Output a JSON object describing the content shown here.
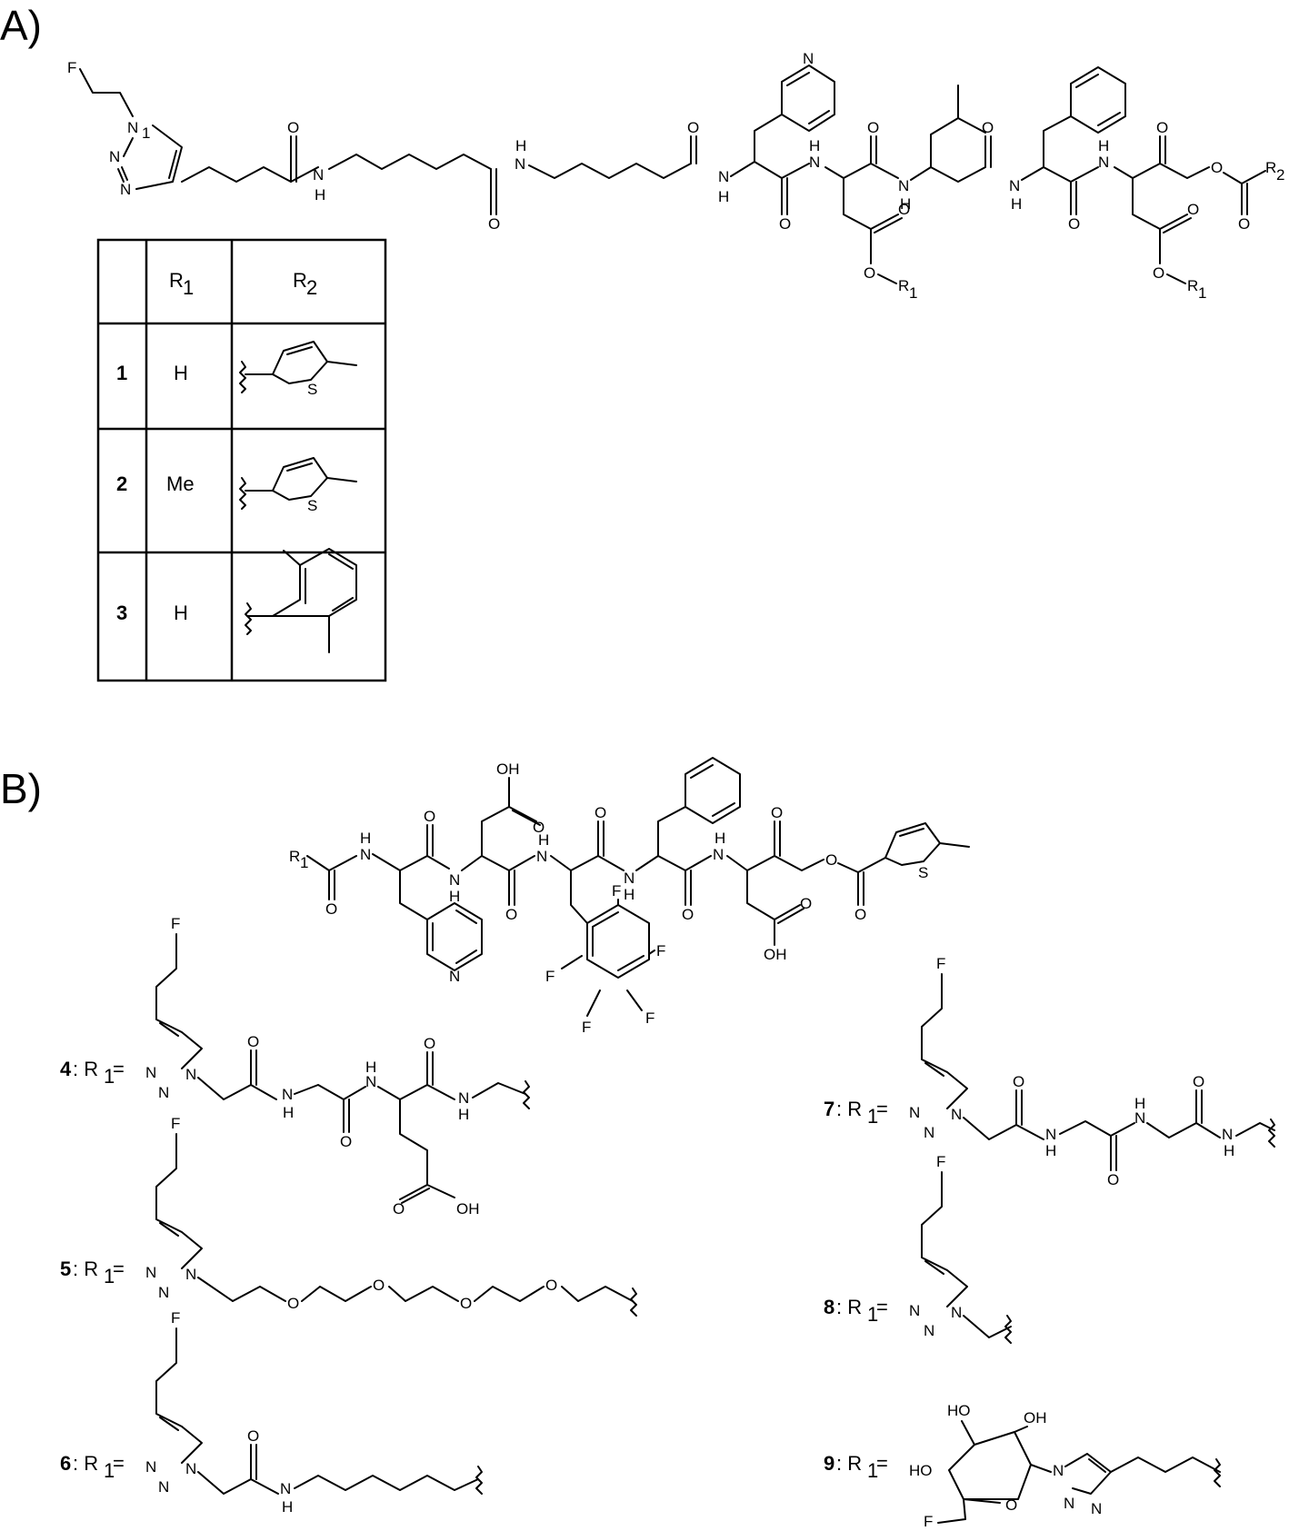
{
  "panel_a": {
    "label": "A)",
    "atoms": {
      "f": "F",
      "n": "N",
      "nh": "NH",
      "h": "H",
      "o": "O",
      "r": "R",
      "sub1": "1",
      "sub2": "2"
    },
    "table": {
      "header_r1": "R",
      "header_r1_sub": "1",
      "header_r2": "R",
      "header_r2_sub": "2",
      "rows": [
        {
          "id": "1",
          "r1": "H",
          "r2_hetero": "S"
        },
        {
          "id": "2",
          "r1": "Me",
          "r2_hetero": "S"
        },
        {
          "id": "3",
          "r1": "H",
          "r2_hetero": ""
        }
      ]
    }
  },
  "panel_b": {
    "label": "B)",
    "core_atoms": {
      "oh": "OH",
      "r1": "R",
      "sub1": "1",
      "f": "F",
      "s": "S",
      "n": "N",
      "h": "H",
      "o": "O"
    },
    "compounds": [
      {
        "id": "4",
        "prefix": ": R",
        "sub": "1",
        "suffix": "="
      },
      {
        "id": "5",
        "prefix": ": R",
        "sub": "1",
        "suffix": "="
      },
      {
        "id": "6",
        "prefix": ": R",
        "sub": "1",
        "suffix": "="
      },
      {
        "id": "7",
        "prefix": ": R",
        "sub": "1",
        "suffix": "="
      },
      {
        "id": "8",
        "prefix": ": R",
        "sub": "1",
        "suffix": "="
      },
      {
        "id": "9",
        "prefix": ": R",
        "sub": "1",
        "suffix": "="
      }
    ],
    "sugar_atoms": {
      "ho": "HO",
      "oh": "OH",
      "o": "O",
      "f": "F"
    }
  }
}
